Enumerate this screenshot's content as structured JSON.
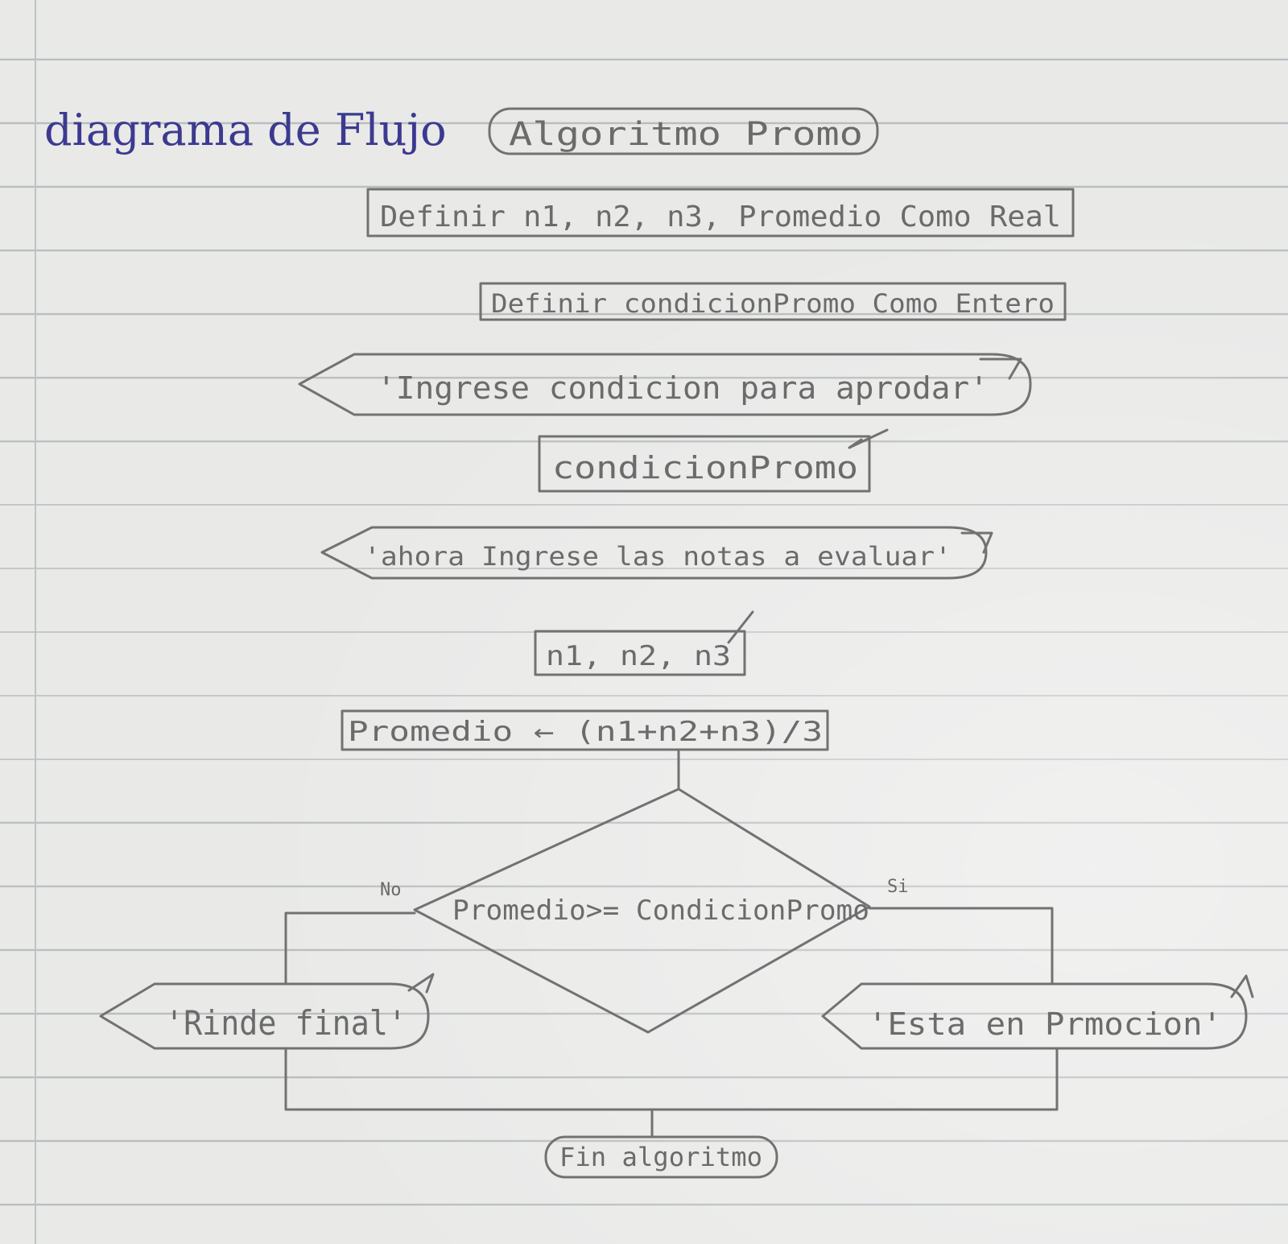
{
  "title": "diagrama de Flujo",
  "algorithm_name": "Algoritmo Promo",
  "steps": {
    "define_real": "Definir n1, n2, n3, Promedio Como Real",
    "define_integer": "Definir condicionPromo Como Entero",
    "output_prompt_condition": "'Ingrese condicion para aprodar'",
    "input_condition": "condicionPromo",
    "output_prompt_notes": "'ahora Ingrese las notas a evaluar'",
    "input_notes": "n1, n2, n3",
    "assign_average": "Promedio ← (n1+n2+n3)/3",
    "decision": "Promedio>= CondicionPromo",
    "branch_no": "No",
    "branch_yes": "Si",
    "output_no": "'Rinde final'",
    "output_yes": "'Esta en Prmocion'",
    "end": "Fin algoritmo"
  },
  "colors": {
    "title_ink": "#3c3a8f",
    "pencil": "#6b6b6b",
    "paper": "#e9e9e8",
    "ruled_line": "#b9bcc0"
  }
}
